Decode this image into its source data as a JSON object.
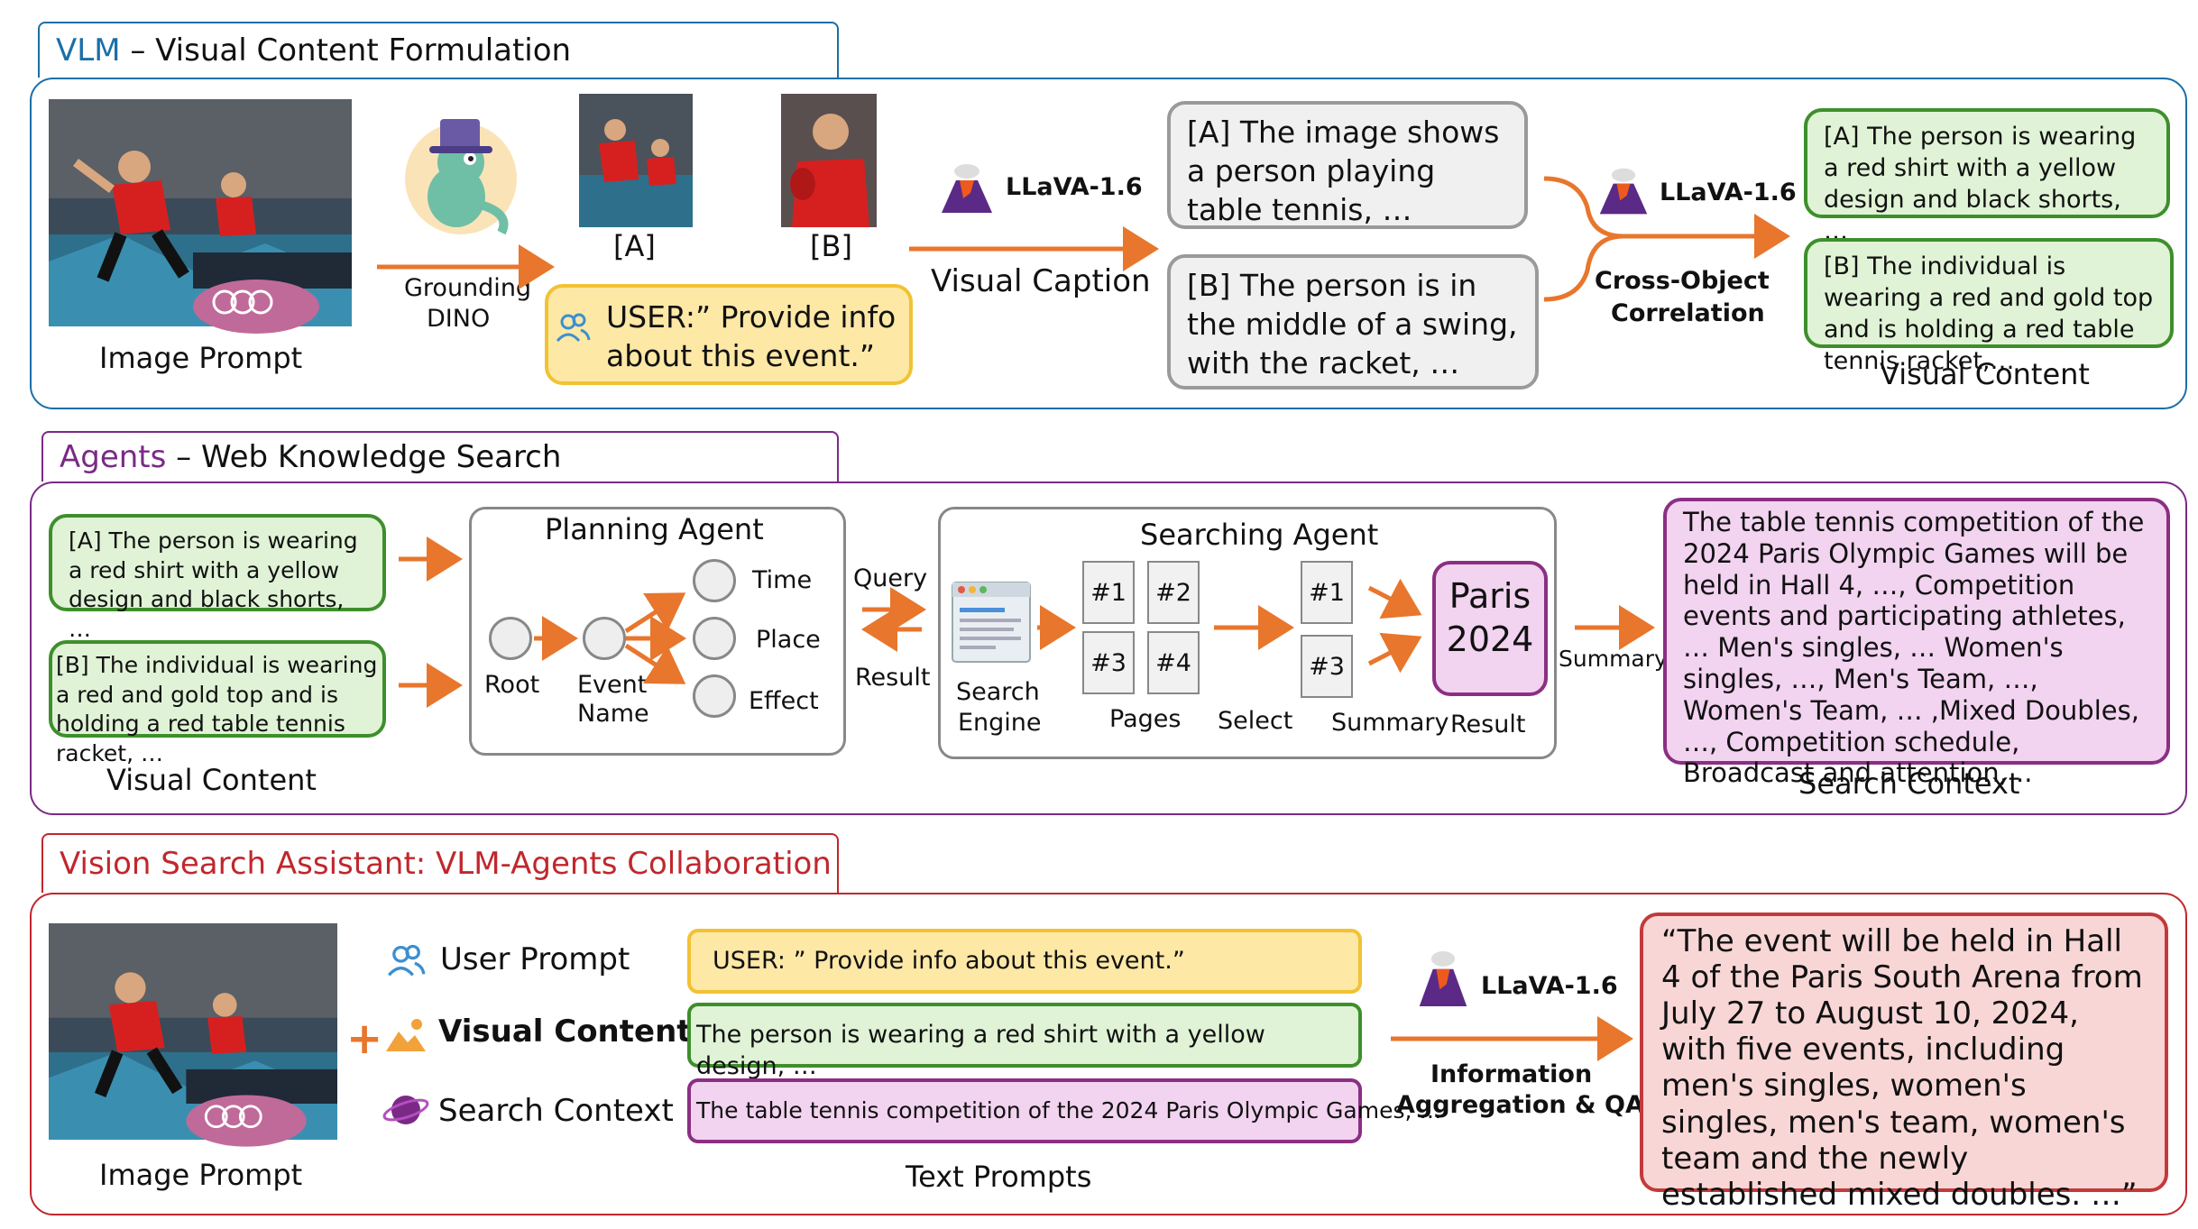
{
  "sections": {
    "vlm": {
      "title_prefix": "VLM",
      "title_rest": " – Visual Content Formulation"
    },
    "agents": {
      "title_prefix": "Agents",
      "title_rest": " – Web Knowledge Search"
    },
    "vsa": {
      "title": "Vision Search Assistant: VLM-Agents Collaboration"
    }
  },
  "vlm": {
    "image_prompt_label": "Image Prompt",
    "grounding_label_1": "Grounding",
    "grounding_label_2": "DINO",
    "crop_a": "[A]",
    "crop_b": "[B]",
    "user_prompt": "USER:” Provide info about this event.”",
    "llava_1": "LLaVA-1.6",
    "visual_caption_label": "Visual Caption",
    "caption_a": "[A] The image shows a person playing table tennis, …",
    "caption_b": "[B] The person is in the middle of a swing, with the racket, …",
    "llava_2": "LLaVA-1.6",
    "cross_label_1": "Cross-Object",
    "cross_label_2": "Correlation",
    "content_a": "[A] The person is wearing a red shirt with a yellow design and black shorts, …",
    "content_b": "[B] The individual is wearing a red and gold top and is holding a red table tennis racket,…",
    "visual_content_label": "Visual Content"
  },
  "agents": {
    "content_a": "[A] The person is wearing a red shirt with a yellow design and black shorts, …",
    "content_b": "[B] The individual is wearing a red and gold top and is holding a red table tennis racket, …",
    "visual_content_label": "Visual Content",
    "planning": {
      "title": "Planning Agent",
      "root": "Root",
      "event_1": "Event",
      "event_2": "Name",
      "time": "Time",
      "place": "Place",
      "effect": "Effect"
    },
    "query": "Query",
    "result": "Result",
    "searching": {
      "title": "Searching Agent",
      "engine_1": "Search",
      "engine_2": "Engine",
      "pages": [
        "#1",
        "#2",
        "#3",
        "#4"
      ],
      "pages_label": "Pages",
      "selected": [
        "#1",
        "#3"
      ],
      "select_label": "Select",
      "summary_label": "Summary",
      "paris_1": "Paris",
      "paris_2": "2024",
      "result_label": "Result"
    },
    "summary": "Summary",
    "search_context": "The table tennis competition of the 2024 Paris Olympic Games will be held in Hall 4, …, Competition events and participating athletes, … Men's singles, … Women's singles, …, Men's Team, …, Women's Team, … ,Mixed Doubles, …, Competition schedule, Broadcast and attention, ..",
    "search_context_label": "Search Context"
  },
  "vsa": {
    "image_prompt_label": "Image Prompt",
    "plus": "+",
    "user_prompt_label": "User Prompt",
    "visual_content_label": "Visual Content",
    "search_context_label": "Search Context",
    "user_text": "USER: ” Provide info about this event.”",
    "visual_text": "The person is wearing a red shirt with a yellow design, …",
    "search_text": "The table tennis competition of the 2024 Paris Olympic Games, …",
    "text_prompts_label": "Text Prompts",
    "llava": "LLaVA-1.6",
    "agg_1": "Information",
    "agg_2": "Aggregation & QA",
    "answer": "“The event will be held in Hall 4 of the Paris South Arena from July 27 to August 10, 2024, with five events, including men's singles, women's singles, men's team, women's team and the newly established mixed doubles. …”"
  },
  "colors": {
    "vlm": "#1a6fa8",
    "agents": "#7a2a86",
    "vsa": "#c0272d",
    "arrow": "#e8762c"
  }
}
